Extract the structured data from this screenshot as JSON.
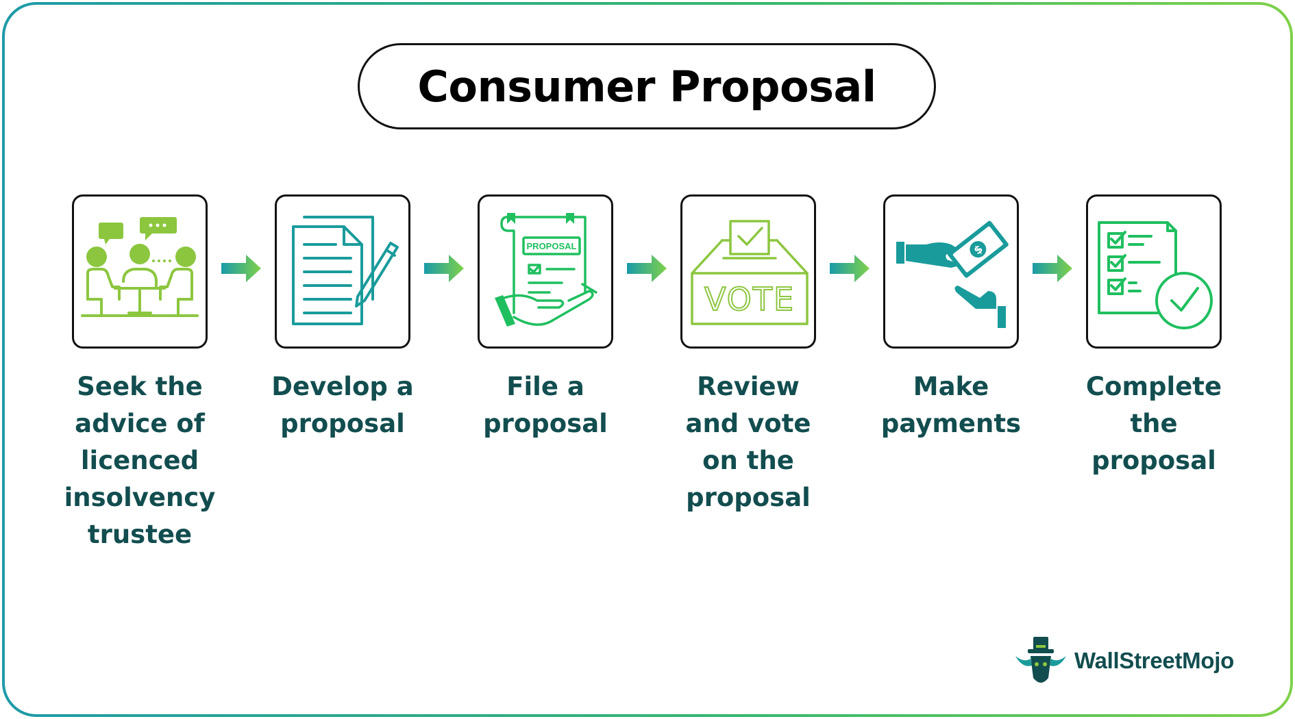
{
  "title": "Consumer Proposal",
  "steps": [
    {
      "label": "Seek the advice of licenced insolvency trustee",
      "icon": "meeting-icon"
    },
    {
      "label": "Develop a proposal",
      "icon": "document-pen-icon"
    },
    {
      "label": "File a proposal",
      "icon": "filed-proposal-hand-icon"
    },
    {
      "label": "Review and vote on the proposal",
      "icon": "ballot-box-icon"
    },
    {
      "label": "Make payments",
      "icon": "payment-hands-icon"
    },
    {
      "label": "Complete the proposal",
      "icon": "checklist-done-icon"
    }
  ],
  "proposal_doc_text": "PROPOSAL",
  "vote_text": "VOTE",
  "brand": "WallStreetMojo",
  "colors": {
    "text": "#124d4f",
    "teal": "#1a9b9b",
    "green": "#1fbf5f",
    "olive": "#8cc63f",
    "arrow_start": "#1a9ba8",
    "arrow_end": "#7fd14a"
  }
}
